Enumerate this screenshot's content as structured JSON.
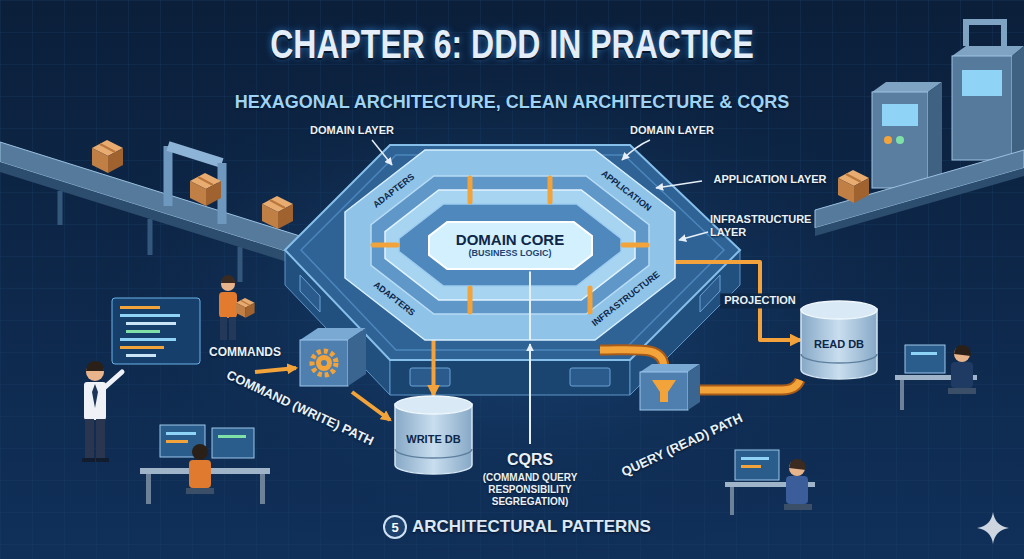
{
  "diagram": {
    "title": "CHAPTER 6: DDD IN PRACTICE",
    "nodes": [
      {
        "text": [
          "ADAPTERS",
          "APPLICATION",
          "ADAPTERS",
          "INFRASTRUCTURE"
        ]
      },
      {
        "text": [
          "DOMAIN CORE",
          "(BUSINESS LOGIC)"
        ],
        "in": 0
      },
      {
        "text": [
          "WRITE DB"
        ]
      },
      {
        "text": [
          "READ DB"
        ]
      },
      {
        "text": [
          "5"
        ]
      }
    ],
    "edges": [
      {
        "from": 0,
        "to": 2,
        "arrow": "to"
      },
      {
        "from": 0,
        "to": 3,
        "label": "PROJECTION",
        "arrow": "to"
      }
    ],
    "labels": [
      "HEXAGONAL ARCHITECTURE, CLEAN ARCHITECTURE & CQRS",
      "DOMAIN LAYER",
      "DOMAIN LAYER",
      "APPLICATION LAYER",
      "INFRASTRUCTURE LAYER",
      "COMMANDS",
      "COMMAND (WRITE) PATH",
      "CQRS",
      "(COMMAND QUERY RESPONSIBILITY SEGREGATION)",
      "QUERY (READ) PATH",
      "ARCHITECTURAL PATTERNS"
    ]
  }
}
